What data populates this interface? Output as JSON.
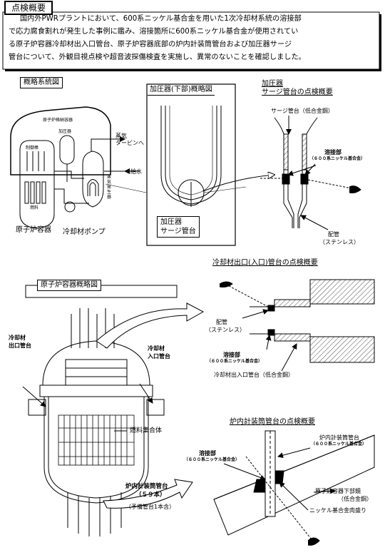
{
  "header": {
    "title": "点検概要",
    "summary": [
      "国内外PWRプラントにおいて、600系ニッケル基合金を用いた1次冷却材系統の溶接部",
      "で応力腐食割れが発生した事例に鑑み、溶接箇所に600系ニッケル基合金が使用されてい",
      "る原子炉容器冷却材出入口管台、原子炉容器底部の炉内計装筒管台および加圧器サージ",
      "管台について、外観目視点検や超音波探傷検査を実施し、異常のないことを確認しました。"
    ]
  },
  "system": {
    "title": "概略系統図",
    "containment": "原子炉格納容器",
    "pressurizer": "加圧器",
    "control_rod": "制御棒",
    "fuel": "燃料",
    "steam_generator": "蒸気発生器",
    "steam_turbine_1": "蒸気",
    "steam_turbine_2": "タービンへ",
    "feedwater": "給水",
    "reactor_vessel": "原子炉容器",
    "coolant_pump": "冷却材ポンプ"
  },
  "pressurizer_bottom": {
    "title": "加圧器(下部)概略図",
    "surge_label_1": "加圧器",
    "surge_label_2": "サージ管台"
  },
  "surge_inspection": {
    "title_1": "加圧器",
    "title_2": "サージ管台の点検概要",
    "nozzle": "サージ管台（低合金鋼）",
    "weld": "溶接部",
    "weld_material": "（６００系ニッケル基合金）",
    "pipe_1": "配管",
    "pipe_2": "（ステンレス）"
  },
  "rv_overview": {
    "title": "原子炉容器概略図",
    "outlet_1": "冷却材",
    "outlet_2": "出口管台",
    "inlet_1": "冷却材",
    "inlet_2": "入口管台",
    "fuel_assembly": "燃料集合体",
    "icm_1": "炉内計装筒管台",
    "icm_2": "（５９本）",
    "icm_3": "（予備管台1本含）"
  },
  "nozzle_inspection": {
    "title": "冷却材出口(入口)管台の点検概要",
    "pipe_1": "配管",
    "pipe_2": "（ステンレス）",
    "weld": "溶接部",
    "weld_material": "（６００系ニッケル基合金）",
    "nozzle": "冷却材出入口管台（低合金鋼）"
  },
  "icm_inspection": {
    "title": "炉内計装筒管台の点検概要",
    "tube": "炉内計装筒管台",
    "tube_material": "（６００系ニッケル基合金）",
    "weld": "溶接部",
    "weld_material": "（６００系ニッケル基合金）",
    "mirror_1": "原子炉容器下部鏡",
    "mirror_2": "（低合金鋼）",
    "buttering": "ニッケル基合金肉盛り"
  }
}
